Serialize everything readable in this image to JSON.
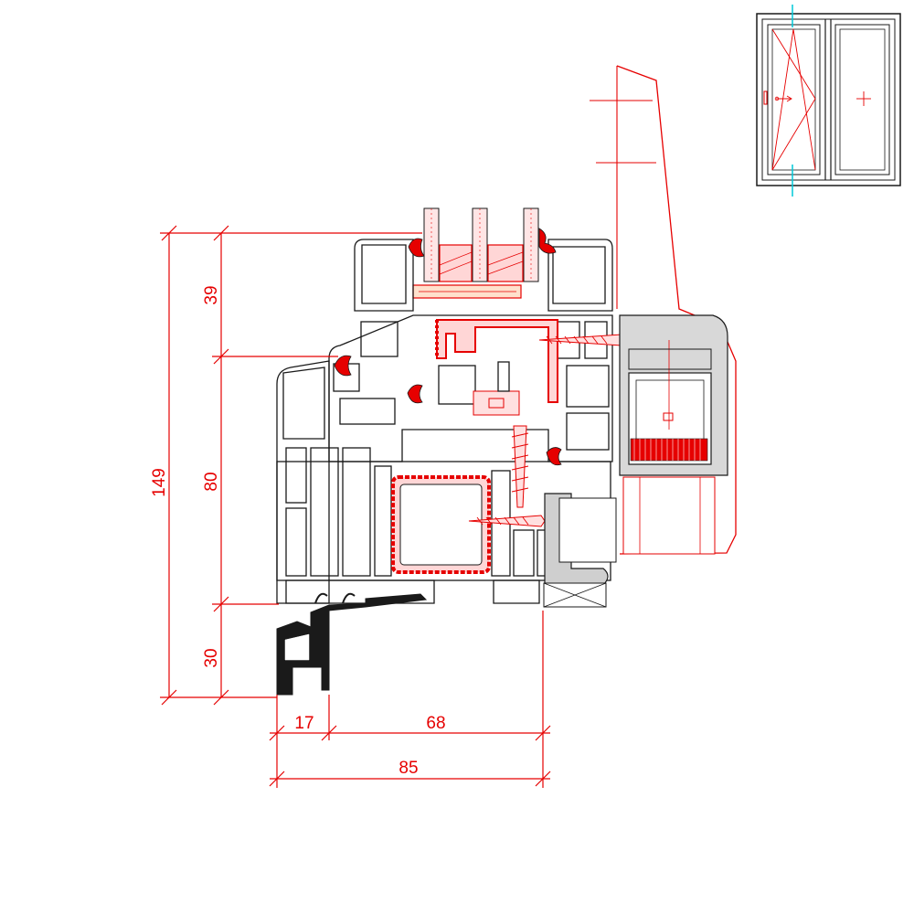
{
  "dimensions": {
    "overall_height": "149",
    "sash_height": "39",
    "frame_height": "80",
    "sill_height": "30",
    "sill_depth": "17",
    "frame_depth": "68",
    "overall_depth": "85"
  },
  "colors": {
    "dimension": "#e60000",
    "profile_outline": "#1a1a1a",
    "gasket": "#e60000",
    "steel_reinforcement": "#e60000",
    "glazing_bead": "#cfcfcf",
    "key_plan_axis": "#00c8d8"
  },
  "icons": {
    "tilt_turn": "tilt-turn-triangle-icon",
    "fixed": "fixed-pane-cross-icon",
    "handle": "window-handle-icon"
  }
}
